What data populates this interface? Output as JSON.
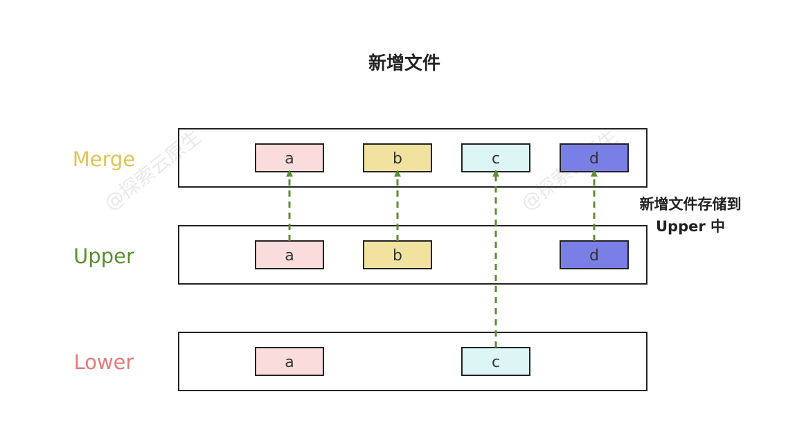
{
  "title": "新增文件",
  "layers": {
    "merge": {
      "label": "Merge",
      "color": "#e0c550"
    },
    "upper": {
      "label": "Upper",
      "color": "#5a8f2e"
    },
    "lower": {
      "label": "Lower",
      "color": "#e87a7a"
    }
  },
  "files": {
    "merge": [
      {
        "name": "a",
        "fill": "#fadcdc"
      },
      {
        "name": "b",
        "fill": "#f1e2a0"
      },
      {
        "name": "c",
        "fill": "#dcf5f5"
      },
      {
        "name": "d",
        "fill": "#7a7fe6"
      }
    ],
    "upper": [
      {
        "name": "a",
        "fill": "#fadcdc"
      },
      {
        "name": "b",
        "fill": "#f1e2a0"
      },
      {
        "name": "d",
        "fill": "#7a7fe6"
      }
    ],
    "lower": [
      {
        "name": "a",
        "fill": "#fadcdc"
      },
      {
        "name": "c",
        "fill": "#dcf5f5"
      }
    ]
  },
  "note": {
    "line1": "新增文件存储到",
    "line2": "Upper 中"
  },
  "watermark": "@探索云原生",
  "arrow_color": "#5a8f2e"
}
